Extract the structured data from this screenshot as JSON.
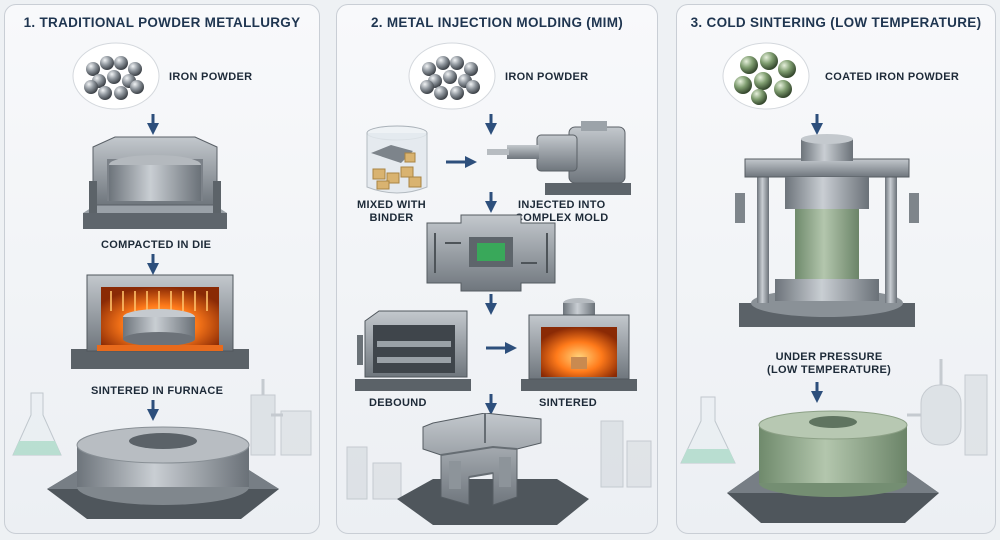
{
  "panels": [
    {
      "title": "1. TRADITIONAL POWDER METALLURGY",
      "powder_label": "IRON POWDER",
      "steps": [
        "COMPACTED IN DIE",
        "SINTERED IN FURNACE"
      ]
    },
    {
      "title": "2. METAL INJECTION MOLDING (MIM)",
      "powder_label": "IRON POWDER",
      "mixed_label": [
        "MIXED WITH",
        "BINDER"
      ],
      "injected_label": [
        "INJECTED INTO",
        "COMPLEX MOLD"
      ],
      "debound_label": "DEBOUND",
      "sintered_label": "SINTERED"
    },
    {
      "title": "3. COLD SINTERING (LOW TEMPERATURE)",
      "powder_label": "COATED IRON POWDER",
      "pressure_label": [
        "UNDER PRESSURE",
        "(LOW TEMPERATURE)"
      ]
    }
  ],
  "colors": {
    "arrow": "#2d4f7c",
    "steel": "#8f969d",
    "green_part": "#8fa88d",
    "furnace_glow": "#ff7a1a"
  }
}
